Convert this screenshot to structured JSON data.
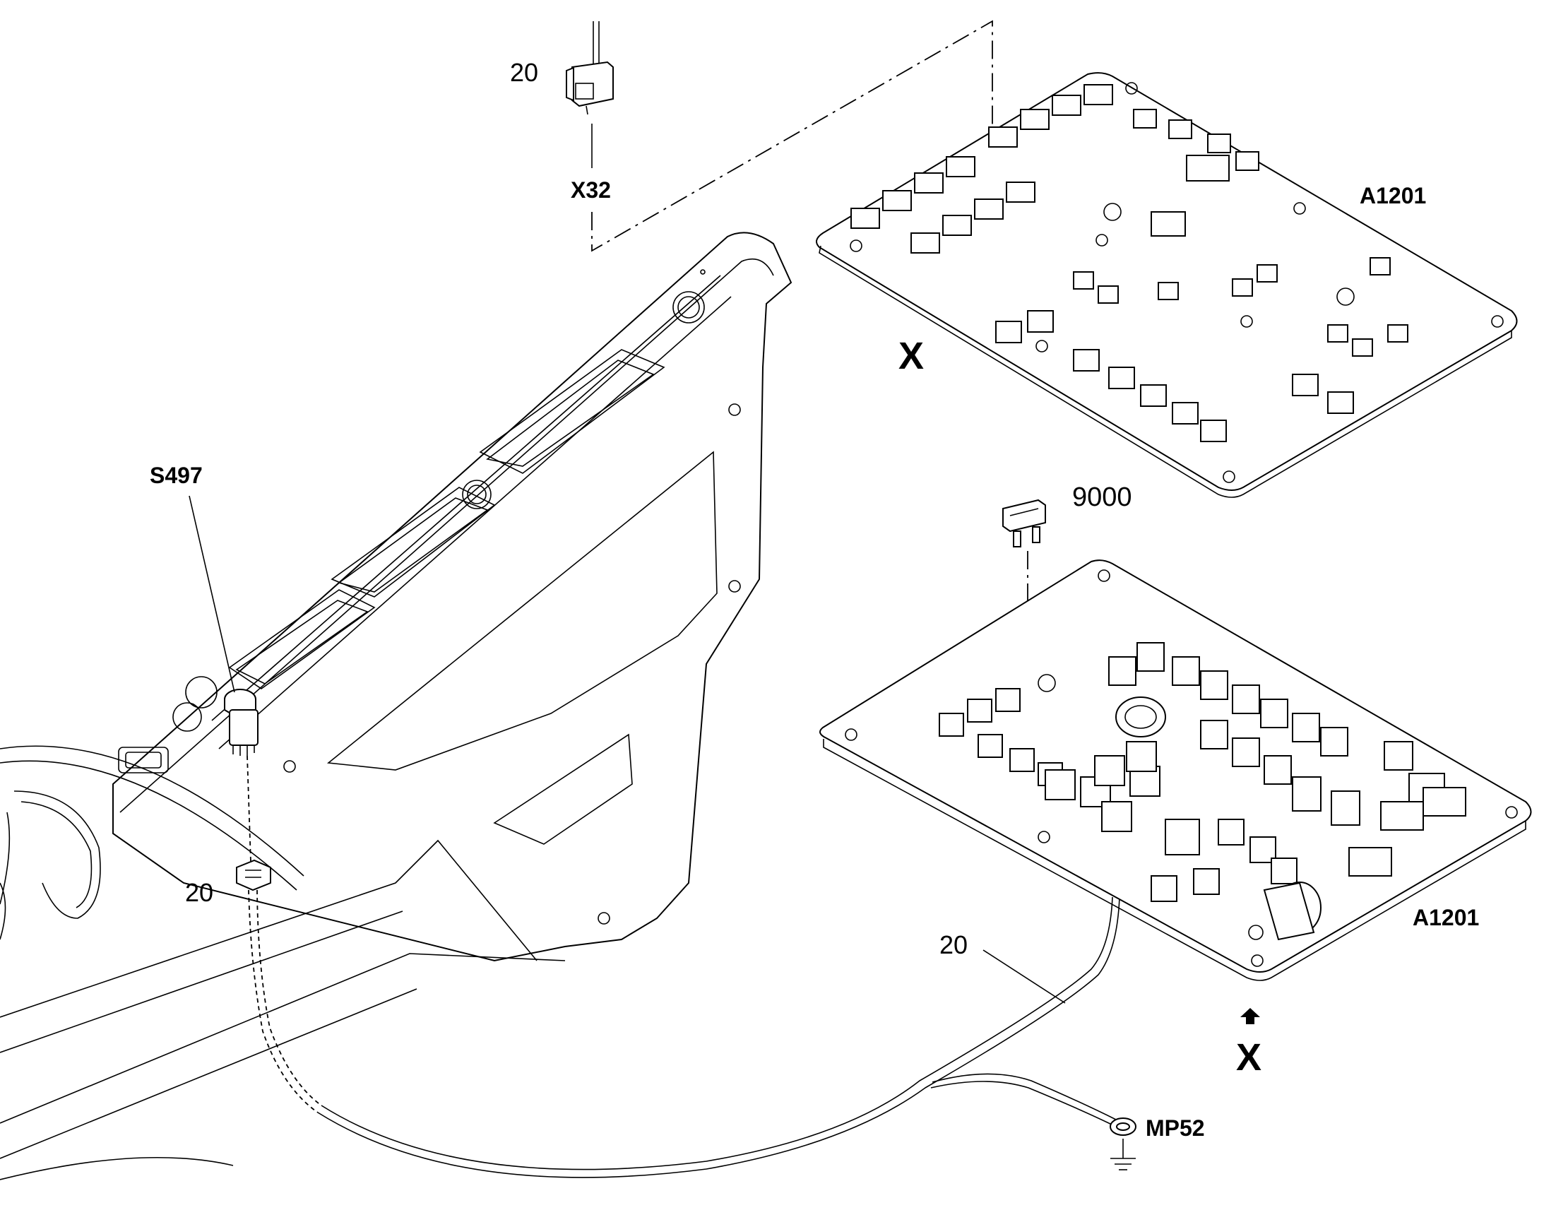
{
  "labels": {
    "x32_qty": "20",
    "x32": "X32",
    "a1201_top": "A1201",
    "view_x_top": "X",
    "s497": "S497",
    "qty_left": "20",
    "fuse_9000": "9000",
    "a1201_bottom": "A1201",
    "harness_qty": "20",
    "view_x_bottom": "X",
    "mp52": "MP52"
  }
}
